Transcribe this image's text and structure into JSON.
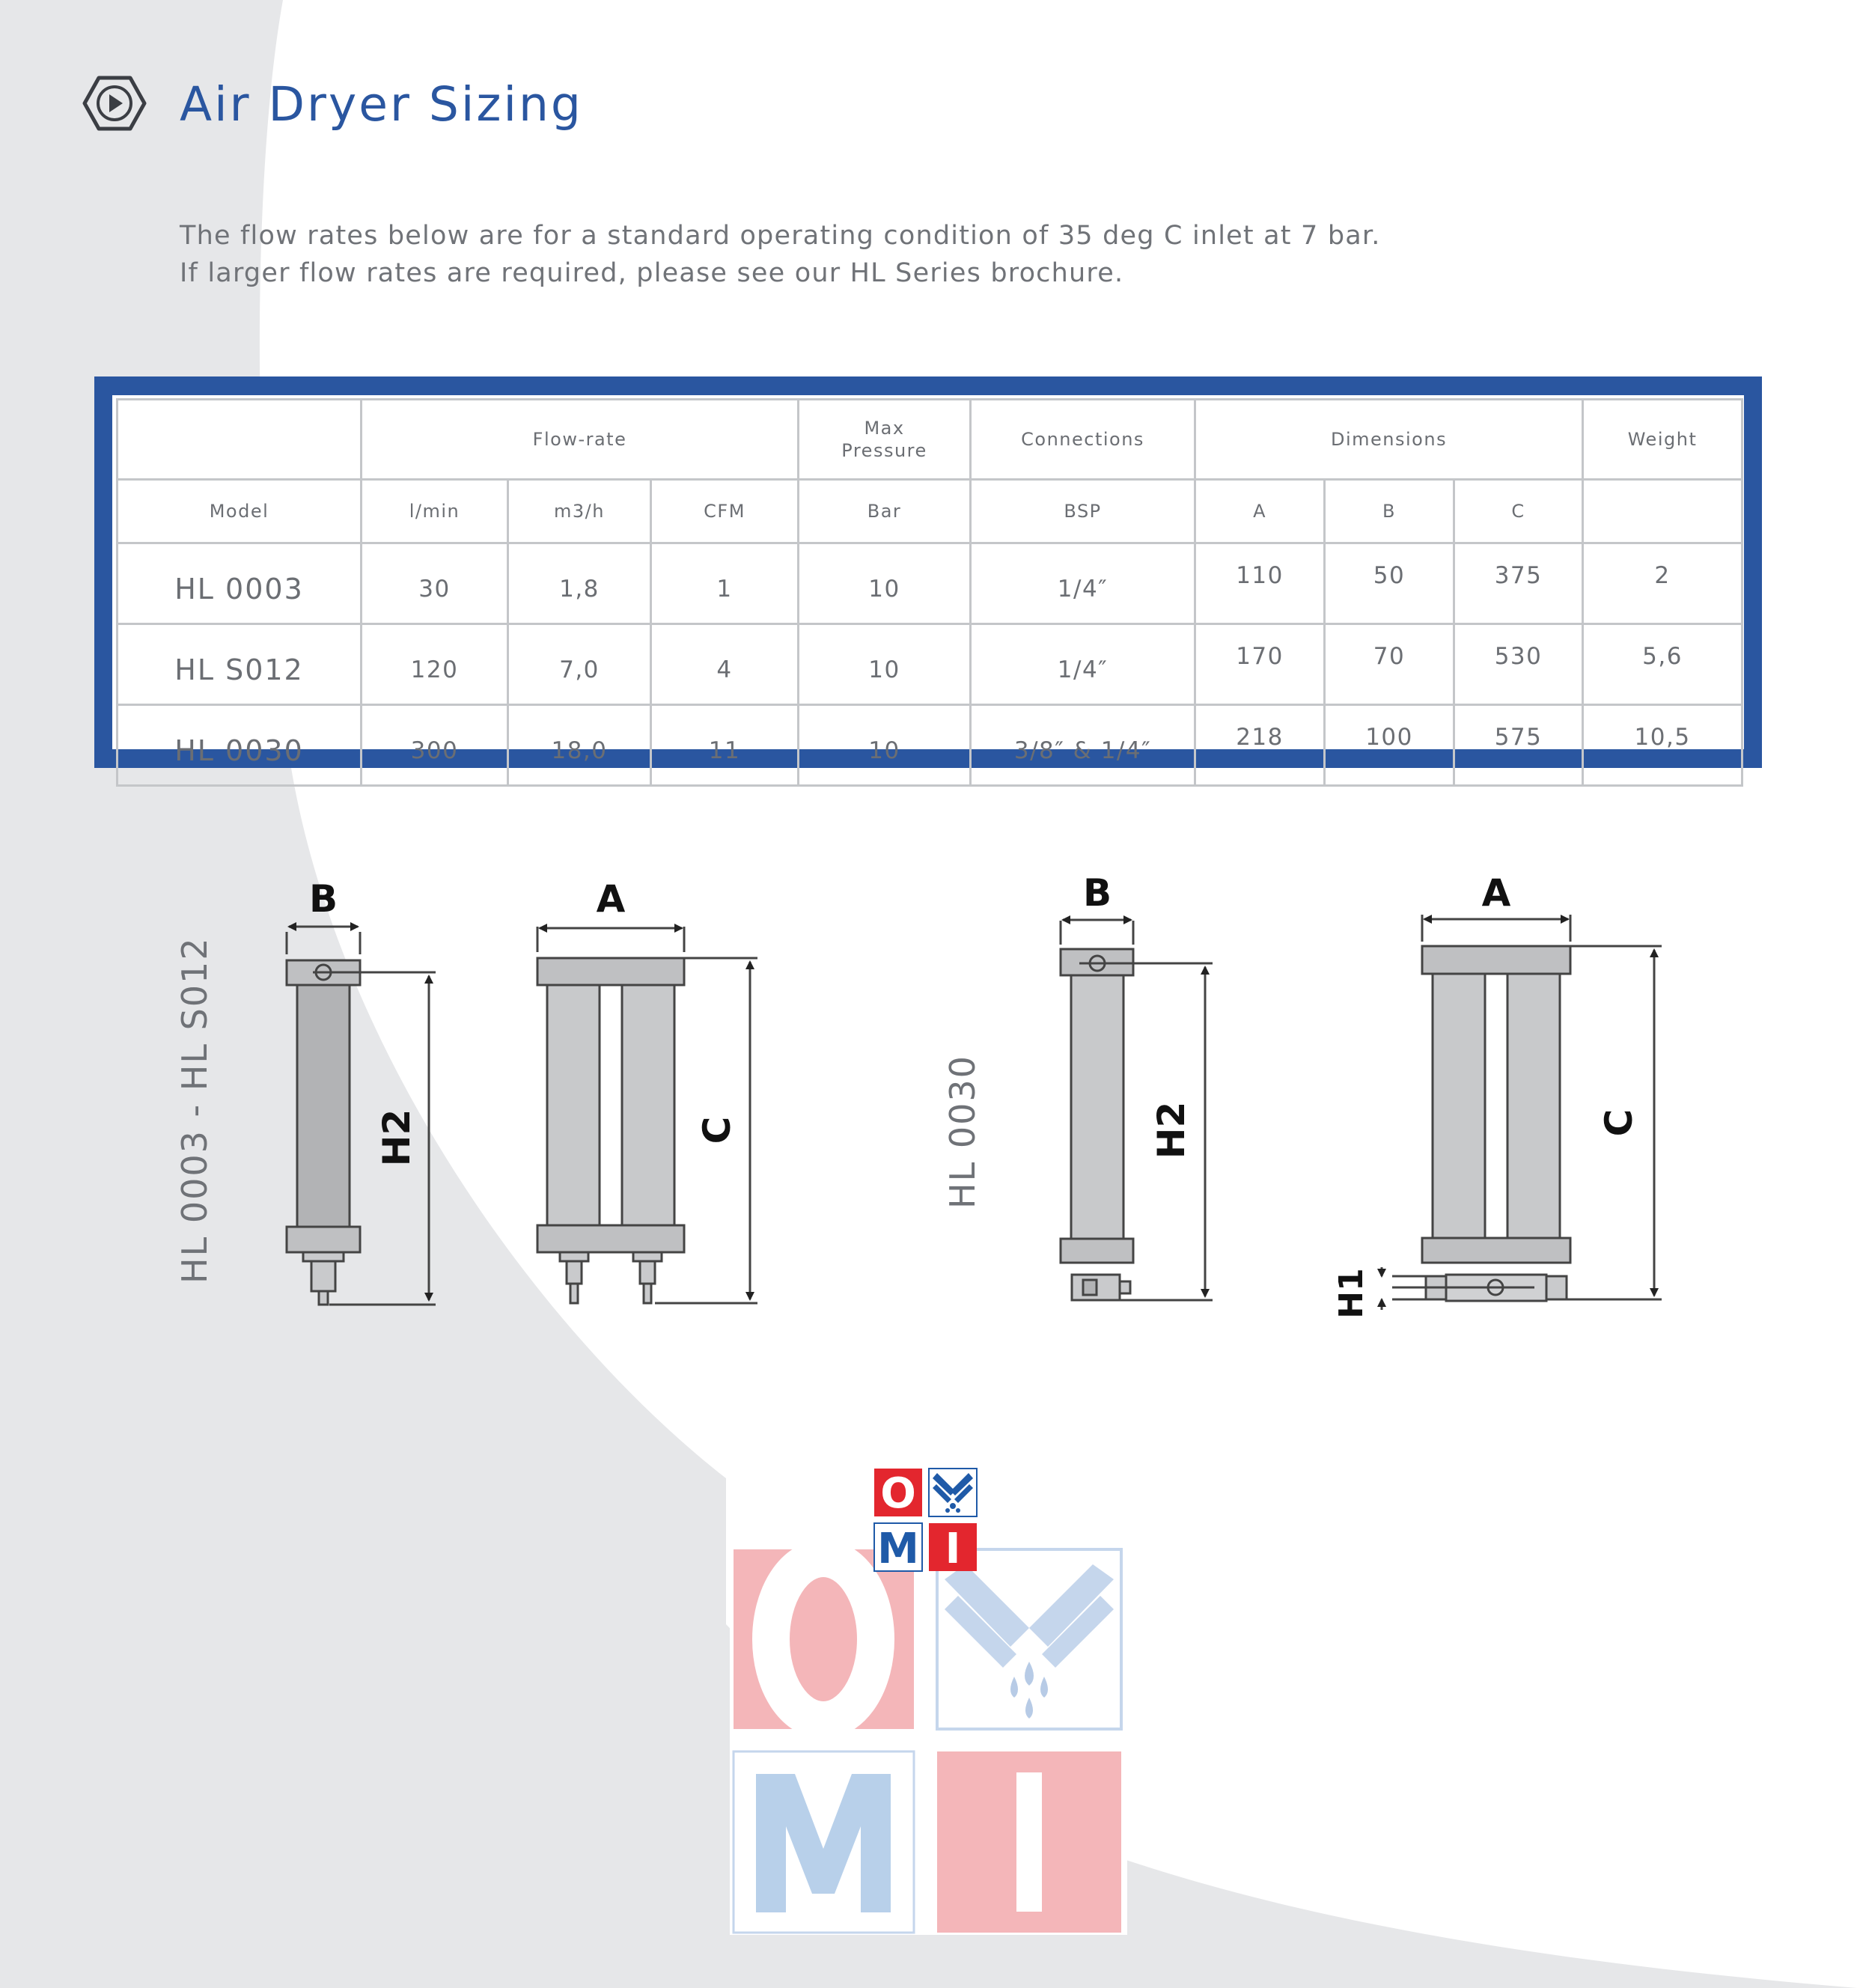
{
  "page": {
    "title": "Air Dryer Sizing",
    "intro": [
      "The flow rates below are for a standard operating condition of 35 deg C inlet at 7 bar.",
      "If larger flow rates are required, please see our HL Series brochure."
    ],
    "title_icon": "play-hexagon-icon",
    "colors": {
      "accent": "#2a56a0",
      "text": "#6b6e73",
      "table_border": "#c4c6c9",
      "background_curve": "#e6e7e9"
    }
  },
  "table": {
    "group_headers": {
      "flow_rate": "Flow-rate",
      "max_pressure": "Max\nPressure",
      "connections": "Connections",
      "dimensions": "Dimensions",
      "weight": "Weight"
    },
    "sub_headers": {
      "model": "Model",
      "lmin": "l/min",
      "m3h": "m3/h",
      "cfm": "CFM",
      "bar": "Bar",
      "bsp": "BSP",
      "a": "A",
      "b": "B",
      "c": "C"
    },
    "rows": [
      {
        "model": "HL 0003",
        "lmin": "30",
        "m3h": "1,8",
        "cfm": "1",
        "bar": "10",
        "bsp": "1/4″",
        "a": "110",
        "b": "50",
        "c": "375",
        "weight": "2"
      },
      {
        "model": "HL S012",
        "lmin": "120",
        "m3h": "7,0",
        "cfm": "4",
        "bar": "10",
        "bsp": "1/4″",
        "a": "170",
        "b": "70",
        "c": "530",
        "weight": "5,6"
      },
      {
        "model": "HL 0030",
        "lmin": "300",
        "m3h": "18,0",
        "cfm": "11",
        "bar": "10",
        "bsp": "3/8″ & 1/4″",
        "a": "218",
        "b": "100",
        "c": "575",
        "weight": "10,5"
      }
    ]
  },
  "drawings": {
    "group1_label": "HL 0003 - HL S012",
    "group2_label": "HL 0030",
    "dim_labels": {
      "b": "B",
      "a": "A",
      "h2": "H2",
      "c": "C",
      "h1": "H1"
    }
  },
  "logo": {
    "letters": [
      "O",
      "M",
      "I"
    ],
    "colors": {
      "red": "#e3262e",
      "blue": "#1f5aa8"
    }
  }
}
